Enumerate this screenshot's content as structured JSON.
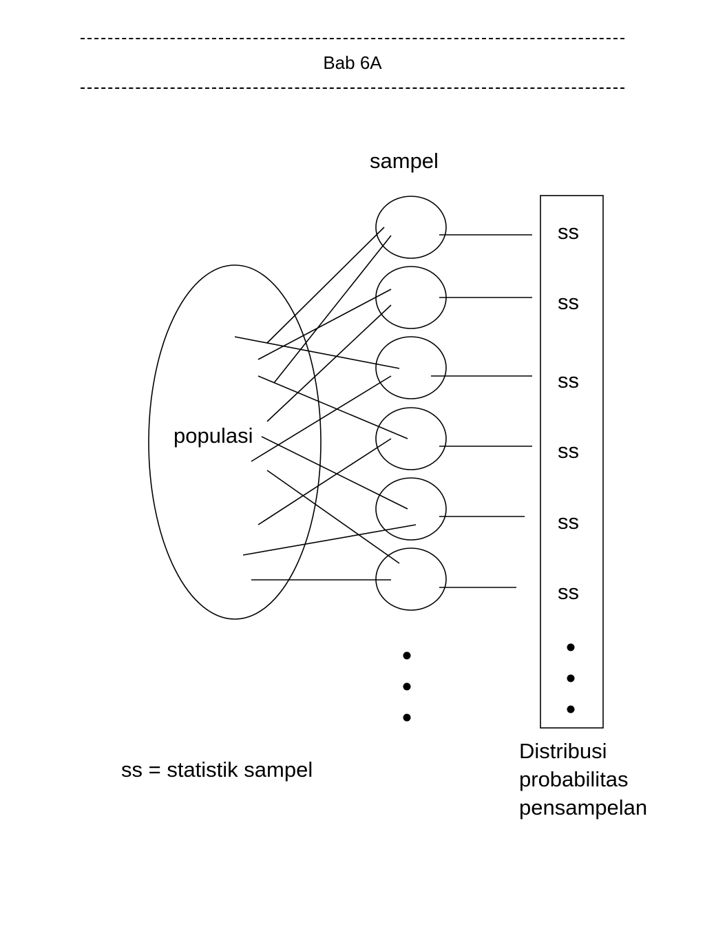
{
  "header": {
    "title": "Bab 6A"
  },
  "diagram": {
    "sample_label": "sampel",
    "population_label": "populasi",
    "statistic_labels": [
      "ss",
      "ss",
      "ss",
      "ss",
      "ss",
      "ss"
    ],
    "legend": "ss = statistik sampel",
    "distribution_caption": [
      "Distribusi",
      "probabilitas",
      "pensampelan"
    ],
    "continuation_marker": "vertical-ellipsis-dots"
  }
}
